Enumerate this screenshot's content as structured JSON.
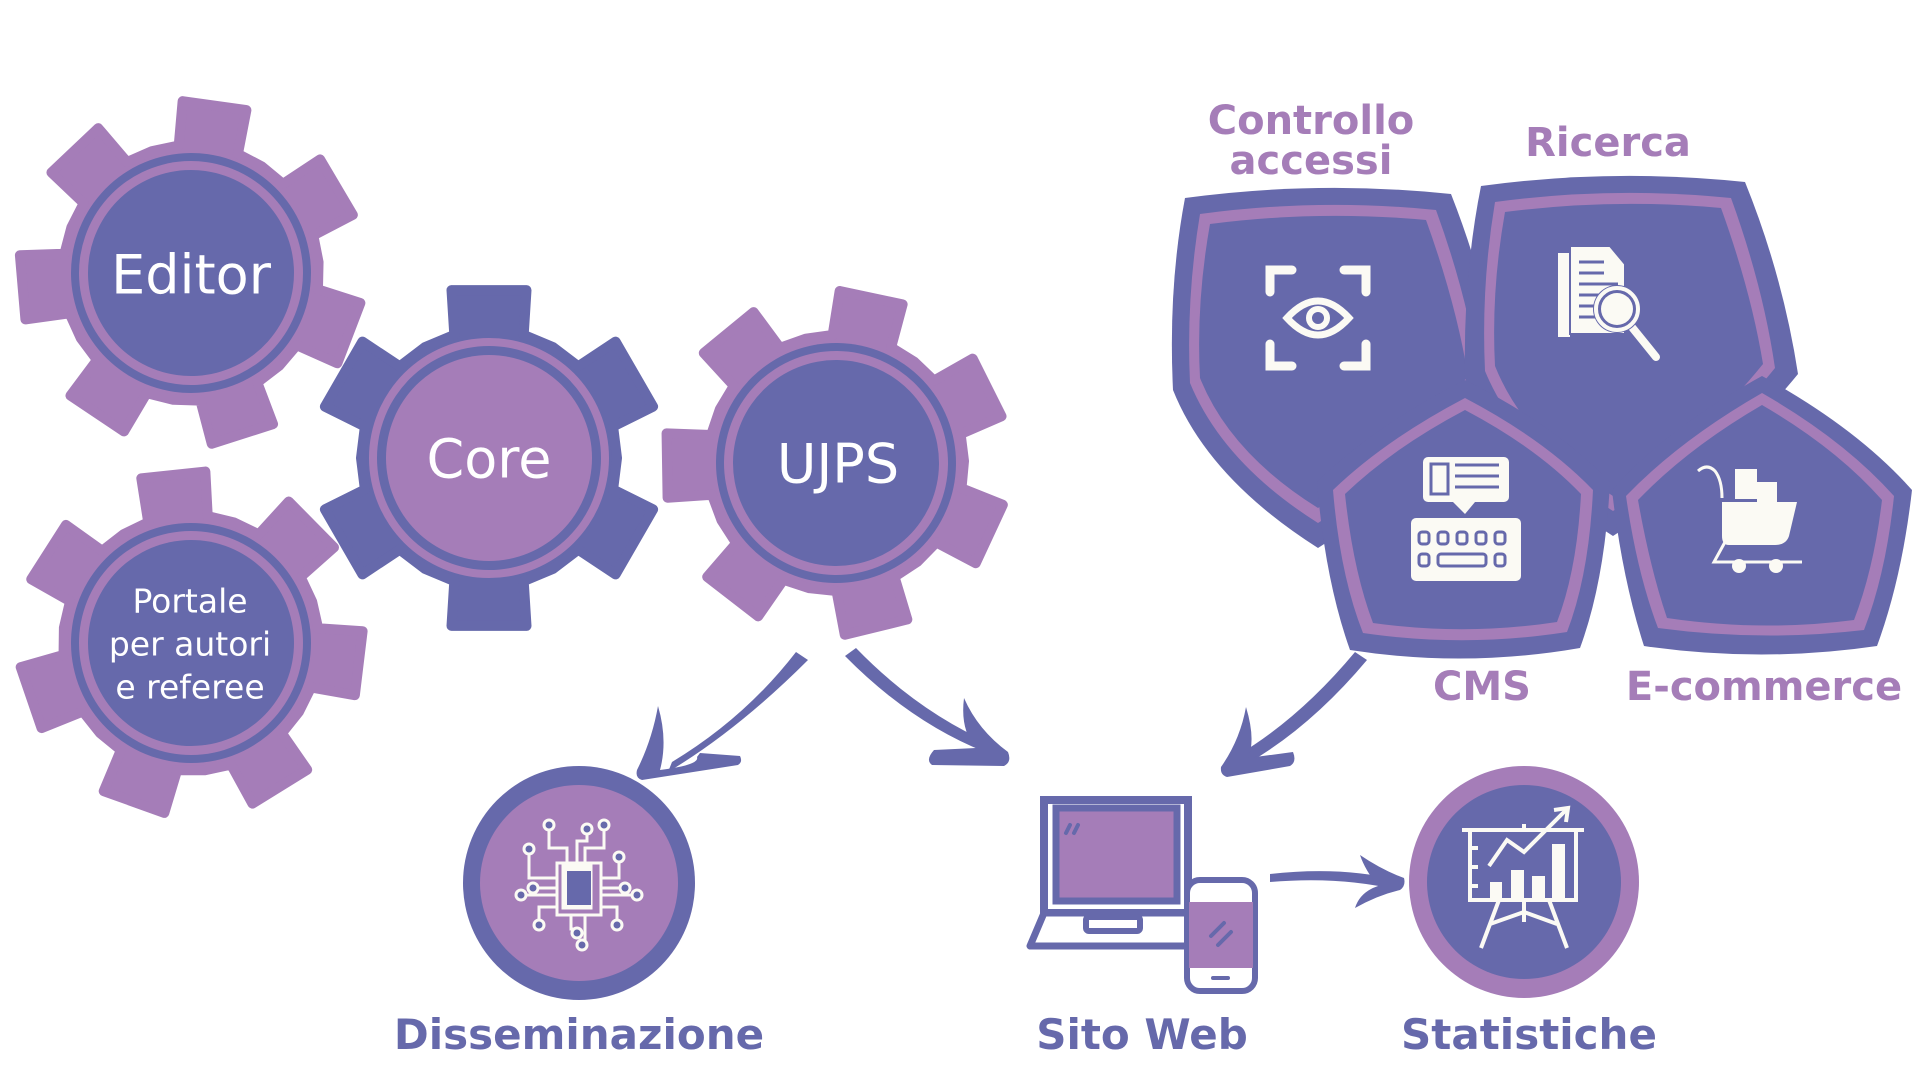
{
  "colors": {
    "dark_purple": "#6669ab",
    "light_purple": "#a57db8",
    "icon_white": "#fbfaf4",
    "background": "#ffffff"
  },
  "gears": [
    {
      "id": "editor",
      "label": "Editor",
      "style": "light"
    },
    {
      "id": "portale",
      "label_lines": [
        "Portale",
        "per autori",
        "e referee"
      ],
      "style": "light"
    },
    {
      "id": "core",
      "label": "Core",
      "style": "dark"
    },
    {
      "id": "ujps",
      "label": "UJPS",
      "style": "light"
    }
  ],
  "modules": [
    {
      "id": "controllo-accessi",
      "label_lines": [
        "Controllo",
        "accessi"
      ],
      "icon": "eye-scan-icon"
    },
    {
      "id": "ricerca",
      "label": "Ricerca",
      "icon": "document-search-icon"
    },
    {
      "id": "cms",
      "label": "CMS",
      "icon": "keyboard-message-icon"
    },
    {
      "id": "ecommerce",
      "label": "E-commerce",
      "icon": "shopping-cart-icon"
    }
  ],
  "outputs": [
    {
      "id": "disseminazione",
      "label": "Disseminazione",
      "icon": "circuit-chip-icon"
    },
    {
      "id": "sito-web",
      "label": "Sito Web",
      "icon": "laptop-phone-icon"
    },
    {
      "id": "statistiche",
      "label": "Statistiche",
      "icon": "chart-presentation-icon"
    }
  ],
  "flows": [
    {
      "from": "ujps",
      "to": "disseminazione"
    },
    {
      "from": "ujps",
      "to": "sito-web"
    },
    {
      "from": "modules",
      "to": "sito-web"
    },
    {
      "from": "sito-web",
      "to": "statistiche"
    }
  ]
}
